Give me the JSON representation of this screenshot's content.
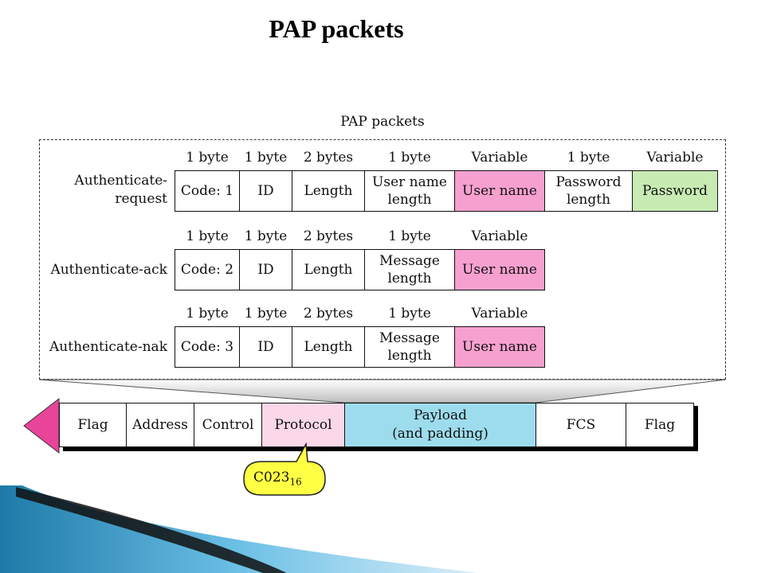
{
  "title": "PAP packets",
  "diagram": {
    "caption": "PAP packets",
    "colors": {
      "user_name": "#f6a0cf",
      "password": "#c8ebb4",
      "protocol": "#fbd7ea",
      "payload": "#9ddced",
      "callout": "#ffff44",
      "flag_arrow": "#e8449a"
    },
    "rows": [
      {
        "label": "Authenticate-\nrequest",
        "sizes": [
          "1 byte",
          "1 byte",
          "2 bytes",
          "1 byte",
          "Variable",
          "1 byte",
          "Variable"
        ],
        "fields": [
          "Code: 1",
          "ID",
          "Length",
          "User name\nlength",
          "User name",
          "Password\nlength",
          "Password"
        ]
      },
      {
        "label": "Authenticate-ack",
        "sizes": [
          "1 byte",
          "1 byte",
          "2 bytes",
          "1 byte",
          "Variable"
        ],
        "fields": [
          "Code: 2",
          "ID",
          "Length",
          "Message\nlength",
          "User name"
        ]
      },
      {
        "label": "Authenticate-nak",
        "sizes": [
          "1 byte",
          "1 byte",
          "2 bytes",
          "1 byte",
          "Variable"
        ],
        "fields": [
          "Code: 3",
          "ID",
          "Length",
          "Message\nlength",
          "User name"
        ]
      }
    ],
    "frame": [
      "Flag",
      "Address",
      "Control",
      "Protocol",
      "Payload\n(and padding)",
      "FCS",
      "Flag"
    ],
    "protocol_value": {
      "base": "C023",
      "subscript": "16"
    }
  }
}
